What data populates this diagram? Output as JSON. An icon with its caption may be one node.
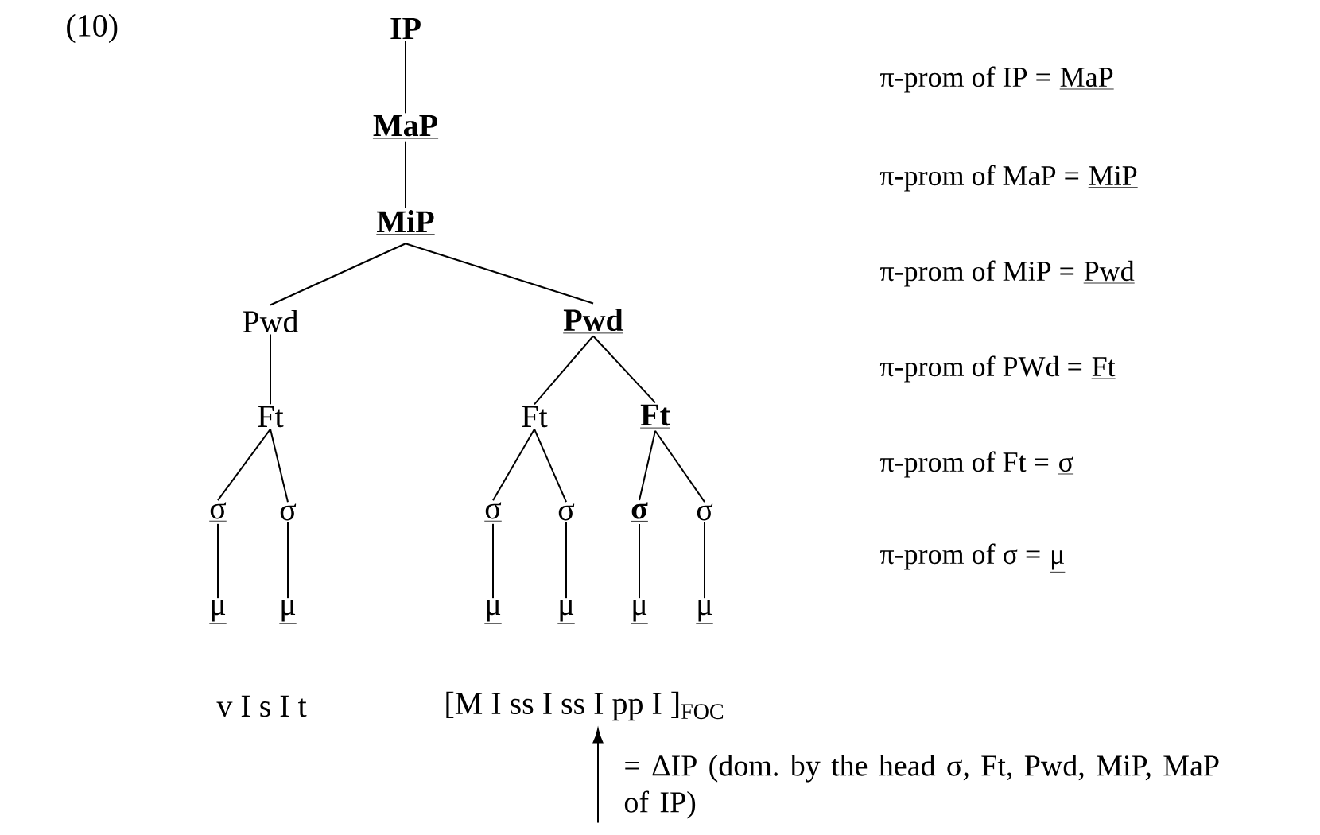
{
  "diagram": {
    "nodes": [
      {
        "text": [
          "IP"
        ]
      },
      {
        "text": [
          "MaP"
        ]
      },
      {
        "text": [
          "MiP"
        ]
      },
      {
        "text": [
          "Pwd"
        ]
      },
      {
        "text": [
          "Pwd"
        ]
      },
      {
        "text": [
          "Ft"
        ]
      },
      {
        "text": [
          "Ft"
        ]
      },
      {
        "text": [
          "Ft"
        ]
      },
      {
        "text": [
          "σ"
        ]
      },
      {
        "text": [
          "σ"
        ]
      },
      {
        "text": [
          "σ"
        ]
      },
      {
        "text": [
          "σ"
        ]
      },
      {
        "text": [
          "σ"
        ]
      },
      {
        "text": [
          "σ"
        ]
      },
      {
        "text": [
          "μ"
        ]
      },
      {
        "text": [
          "μ"
        ]
      },
      {
        "text": [
          "μ"
        ]
      },
      {
        "text": [
          "μ"
        ]
      },
      {
        "text": [
          "μ"
        ]
      },
      {
        "text": [
          "μ"
        ]
      },
      {
        "text": [
          "[M I ss I ss I pp I ]$_{FOC}$"
        ]
      },
      {
        "text": [
          "= ΔIP (dom. by the head σ, Ft, Pwd, MiP, MaP of IP)"
        ]
      }
    ],
    "edges": [
      {
        "from": 0,
        "to": 1,
        "arrow": "none"
      },
      {
        "from": 1,
        "to": 2,
        "arrow": "none"
      },
      {
        "from": 2,
        "to": 3,
        "arrow": "none"
      },
      {
        "from": 2,
        "to": 4,
        "arrow": "none"
      },
      {
        "from": 3,
        "to": 5,
        "arrow": "none"
      },
      {
        "from": 4,
        "to": 6,
        "arrow": "none"
      },
      {
        "from": 4,
        "to": 7,
        "arrow": "none"
      },
      {
        "from": 5,
        "to": 8,
        "arrow": "none"
      },
      {
        "from": 5,
        "to": 9,
        "arrow": "none"
      },
      {
        "from": 6,
        "to": 10,
        "arrow": "none"
      },
      {
        "from": 6,
        "to": 11,
        "arrow": "none"
      },
      {
        "from": 7,
        "to": 12,
        "arrow": "none"
      },
      {
        "from": 7,
        "to": 13,
        "arrow": "none"
      },
      {
        "from": 8,
        "to": 14,
        "arrow": "none"
      },
      {
        "from": 9,
        "to": 15,
        "arrow": "none"
      },
      {
        "from": 10,
        "to": 16,
        "arrow": "none"
      },
      {
        "from": 11,
        "to": 17,
        "arrow": "none"
      },
      {
        "from": 12,
        "to": 18,
        "arrow": "none"
      },
      {
        "from": 13,
        "to": 19,
        "arrow": "none"
      },
      {
        "from": 21,
        "to": 20,
        "arrow": "to"
      }
    ],
    "labels": [
      "(10)",
      "π-prom of IP =",
      "MaP",
      "π-prom of MaP =",
      "MiP",
      "π-prom of MiP =",
      "Pwd",
      "π-prom of PWd =",
      "Ft",
      "π-prom of Ft =",
      "σ",
      "π-prom of σ =",
      "μ",
      "v I s I t"
    ]
  }
}
